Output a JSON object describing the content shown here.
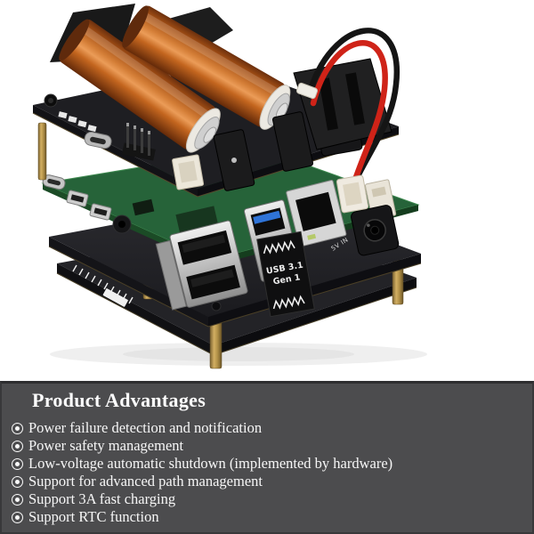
{
  "photo": {
    "alt": "Raspberry Pi stacked with UPS expansion board, bottom NAS board and two orange 18650 batteries on white background",
    "labels": {
      "usb_module_line1": "USB 3.1",
      "usb_module_line2": "Gen 1",
      "power_marking": "5V IN"
    },
    "colors": {
      "battery_orange": "#c4661f",
      "board_black": "#1c1c1e",
      "pcb_green": "#266339",
      "brass": "#c3a05a",
      "wire_red": "#cf2318",
      "wire_black": "#151515",
      "usb3_blue": "#2f74d8"
    }
  },
  "panel": {
    "background": "#4c4c4e",
    "text_color": "#f7f7f7",
    "heading": "Product Advantages",
    "bullet_icon": "bullseye-icon",
    "items": [
      "Power failure detection and notification",
      "Power safety management",
      "Low-voltage automatic shutdown (implemented by hardware)",
      "Support for advanced path management",
      "Support 3A fast charging",
      "Support RTC function"
    ]
  }
}
